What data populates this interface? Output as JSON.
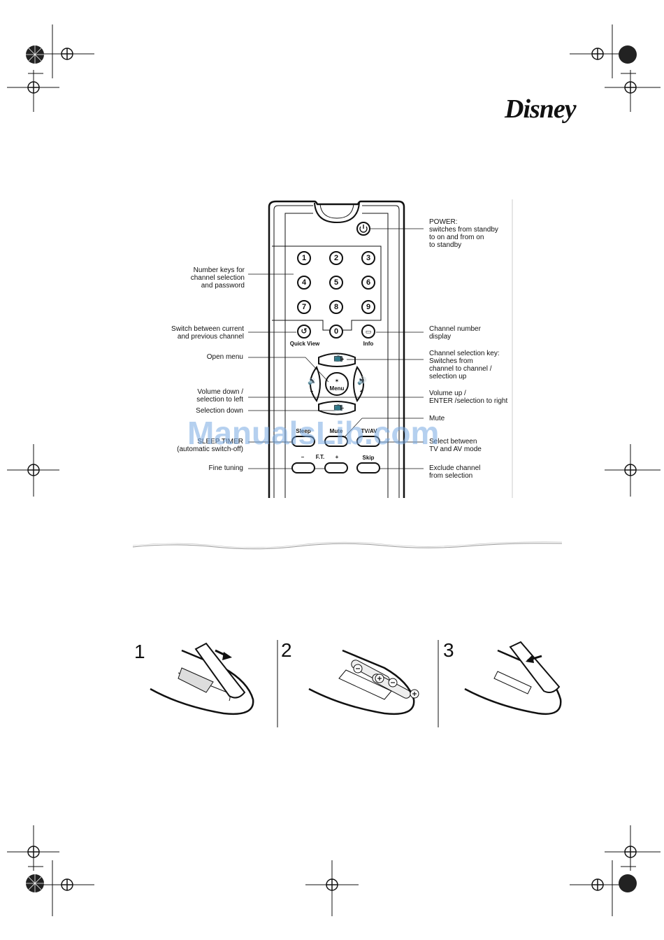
{
  "brand": "Disney",
  "remote": {
    "numbers": [
      "1",
      "2",
      "3",
      "4",
      "5",
      "6",
      "7",
      "8",
      "9",
      "0"
    ],
    "quick_view": "Quick View",
    "info": "Info",
    "menu": "Menu",
    "plus": "+",
    "minus": "–",
    "sleep": "Sleep",
    "mute": "Mute",
    "tv_av": "TV/AV",
    "ft": "F.T.",
    "skip": "Skip"
  },
  "labels": {
    "power": "POWER:\nswitches from standby\nto on and from on\nto standby",
    "number_keys": "Number keys for\nchannel selection\nand password",
    "switch_channel": "Switch between current\nand previous channel",
    "channel_display": "Channel number\ndisplay",
    "open_menu": "Open menu",
    "channel_select": "Channel selection key:\nSwitches from\nchannel to channel /\nselection up",
    "volume_down": "Volume down /\nselection to left",
    "volume_up": "Volume up /\nENTER /selection to right",
    "selection_down": "Selection down",
    "mute": "Mute",
    "sleep_timer": "SLEEP TIMER\n(automatic switch-off)",
    "tv_av_mode": "Select between\nTV and AV mode",
    "fine_tuning": "Fine tuning",
    "exclude": "Exclude channel\nfrom selection"
  },
  "watermark": "ManualsLib.com",
  "steps": [
    "1",
    "2",
    "3"
  ],
  "colors": {
    "ink": "#111111",
    "watermark": "#78aae1"
  }
}
